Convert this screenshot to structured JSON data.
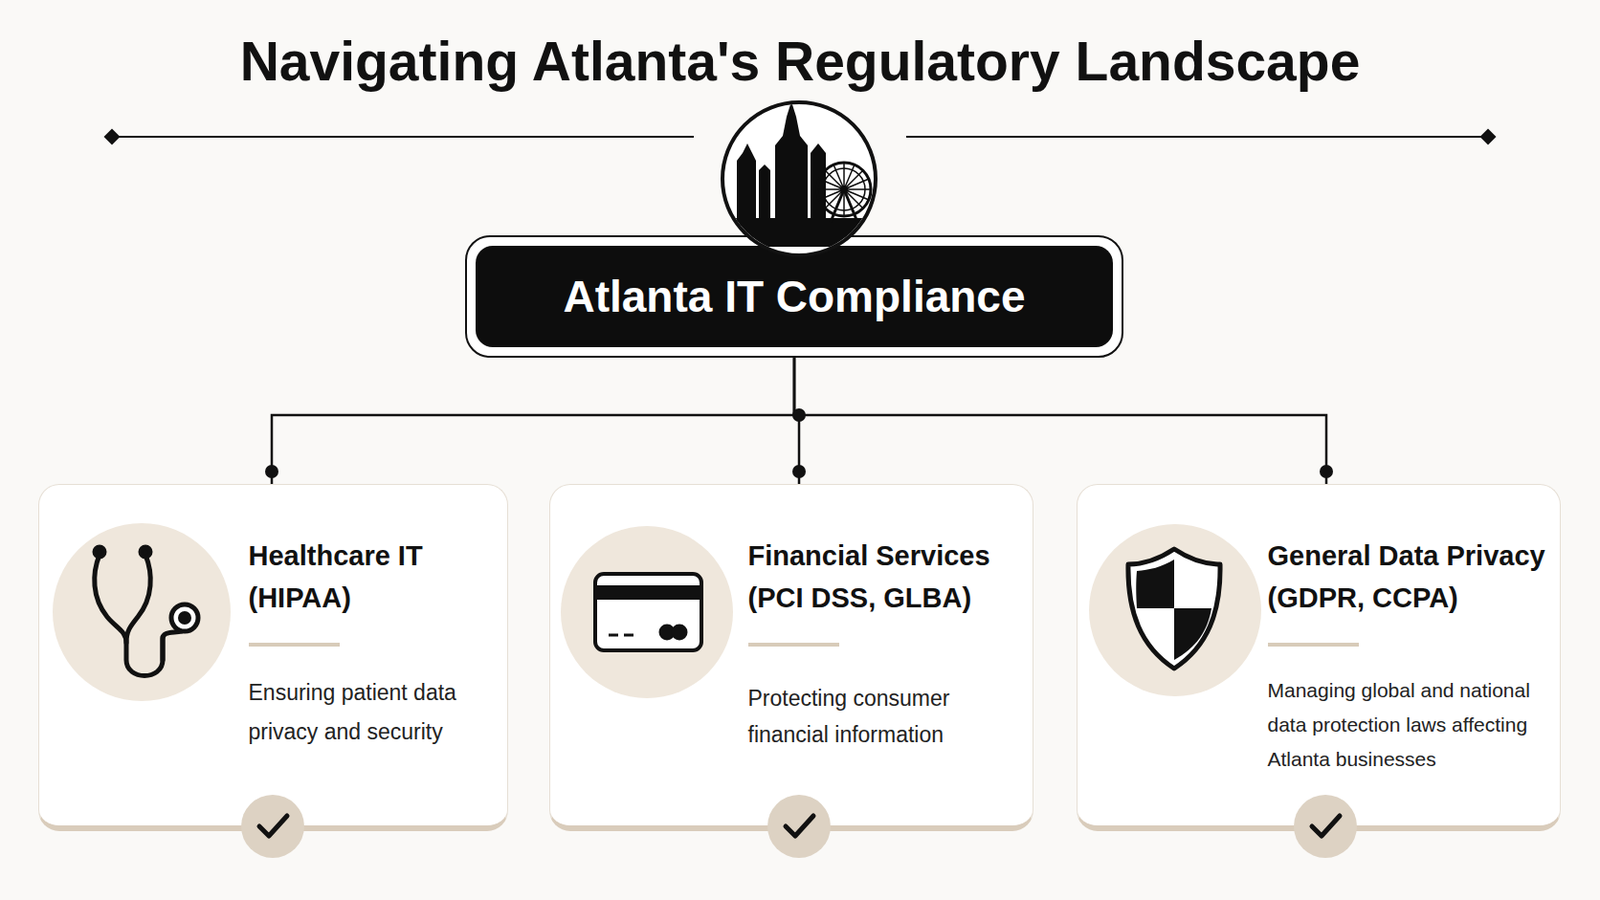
{
  "diagram": {
    "title": "Navigating Atlanta's Regulatory Landscape",
    "nodes": [
      {
        "text": [
          "Atlanta IT Compliance"
        ]
      },
      {
        "text": [
          "Healthcare IT (HIPAA)",
          "Ensuring patient data privacy and security"
        ]
      },
      {
        "text": [
          "Financial Services (PCI DSS, GLBA)",
          "Protecting consumer financial information"
        ]
      },
      {
        "text": [
          "General Data Privacy (GDPR, CCPA)",
          "Managing global and national data protection laws affecting Atlanta businesses"
        ]
      }
    ],
    "edges": [
      {
        "from": 0,
        "to": 1,
        "arrow": "none"
      },
      {
        "from": 0,
        "to": 2,
        "arrow": "none"
      },
      {
        "from": 0,
        "to": 3,
        "arrow": "none"
      }
    ]
  }
}
